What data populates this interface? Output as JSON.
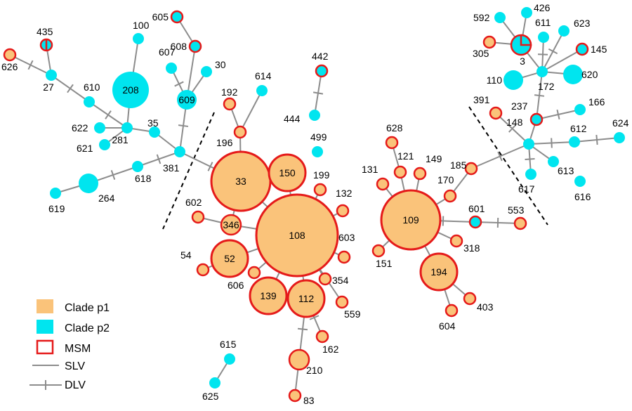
{
  "colors": {
    "clade_p1": "#fac37a",
    "clade_p2": "#00e5ef",
    "msm": "#e51a1a",
    "edge": "#8c8c8c",
    "divider": "#000000"
  },
  "legend": {
    "items": [
      {
        "label": "Clade p1",
        "symbol": "square-p1"
      },
      {
        "label": "Clade p2",
        "symbol": "square-p2"
      },
      {
        "label": "MSM",
        "symbol": "square-outline"
      },
      {
        "label": "SLV",
        "symbol": "line"
      },
      {
        "label": "DLV",
        "symbol": "line-tick"
      }
    ]
  },
  "nodes": [
    {
      "id": "33",
      "clade": "p1",
      "msm": true,
      "size": 5
    },
    {
      "id": "108",
      "clade": "p1",
      "msm": true,
      "size": 6
    },
    {
      "id": "109",
      "clade": "p1",
      "msm": true,
      "size": 5
    },
    {
      "id": "150",
      "clade": "p1",
      "msm": true,
      "size": 3
    },
    {
      "id": "346",
      "clade": "p1",
      "msm": true,
      "size": 2
    },
    {
      "id": "52",
      "clade": "p1",
      "msm": true,
      "size": 3
    },
    {
      "id": "139",
      "clade": "p1",
      "msm": true,
      "size": 3
    },
    {
      "id": "112",
      "clade": "p1",
      "msm": true,
      "size": 3
    },
    {
      "id": "194",
      "clade": "p1",
      "msm": true,
      "size": 3
    },
    {
      "id": "210",
      "clade": "p1",
      "msm": true,
      "size": 2
    },
    {
      "id": "83",
      "clade": "p1",
      "msm": true,
      "size": 1
    },
    {
      "id": "54",
      "clade": "p1",
      "msm": true,
      "size": 1
    },
    {
      "id": "602",
      "clade": "p1",
      "msm": true,
      "size": 1
    },
    {
      "id": "606",
      "clade": "p1",
      "msm": true,
      "size": 1
    },
    {
      "id": "199",
      "clade": "p1",
      "msm": true,
      "size": 1
    },
    {
      "id": "132",
      "clade": "p1",
      "msm": true,
      "size": 1
    },
    {
      "id": "603",
      "clade": "p1",
      "msm": true,
      "size": 1
    },
    {
      "id": "354",
      "clade": "p1",
      "msm": true,
      "size": 1
    },
    {
      "id": "559",
      "clade": "p1",
      "msm": true,
      "size": 1
    },
    {
      "id": "162",
      "clade": "p1",
      "msm": true,
      "size": 1
    },
    {
      "id": "196",
      "clade": "p1",
      "msm": true,
      "size": 1
    },
    {
      "id": "192",
      "clade": "p1",
      "msm": true,
      "size": 1
    },
    {
      "id": "628",
      "clade": "p1",
      "msm": true,
      "size": 1
    },
    {
      "id": "121",
      "clade": "p1",
      "msm": true,
      "size": 1
    },
    {
      "id": "131",
      "clade": "p1",
      "msm": true,
      "size": 1
    },
    {
      "id": "149",
      "clade": "p1",
      "msm": true,
      "size": 1
    },
    {
      "id": "170",
      "clade": "p1",
      "msm": true,
      "size": 1
    },
    {
      "id": "185",
      "clade": "p1",
      "msm": true,
      "size": 1
    },
    {
      "id": "151",
      "clade": "p1",
      "msm": true,
      "size": 1
    },
    {
      "id": "318",
      "clade": "p1",
      "msm": true,
      "size": 1
    },
    {
      "id": "553",
      "clade": "p1",
      "msm": true,
      "size": 1
    },
    {
      "id": "403",
      "clade": "p1",
      "msm": true,
      "size": 1
    },
    {
      "id": "604",
      "clade": "p1",
      "msm": true,
      "size": 1
    },
    {
      "id": "391",
      "clade": "p1",
      "msm": true,
      "size": 1
    },
    {
      "id": "305",
      "clade": "p1",
      "msm": true,
      "size": 1
    },
    {
      "id": "626",
      "clade": "p1",
      "msm": true,
      "size": 1
    },
    {
      "id": "601",
      "clade": "p2",
      "msm": true,
      "size": 1
    },
    {
      "id": "237",
      "clade": "p2",
      "msm": true,
      "size": 1
    },
    {
      "id": "145",
      "clade": "p2",
      "msm": true,
      "size": 1
    },
    {
      "id": "442",
      "clade": "p2",
      "msm": true,
      "size": 1
    },
    {
      "id": "605",
      "clade": "p2",
      "msm": true,
      "size": 1
    },
    {
      "id": "608",
      "clade": "p2",
      "msm": true,
      "size": 1
    },
    {
      "id": "435",
      "clade": "p2",
      "msm": true,
      "size": 1
    },
    {
      "id": "3",
      "clade": "p2",
      "msm": true,
      "size": 2
    },
    {
      "id": "208",
      "clade": "p2",
      "msm": false,
      "size": 3
    },
    {
      "id": "609",
      "clade": "p2",
      "msm": false,
      "size": 2
    },
    {
      "id": "264",
      "clade": "p2",
      "msm": false,
      "size": 2
    },
    {
      "id": "620",
      "clade": "p2",
      "msm": false,
      "size": 2
    },
    {
      "id": "110",
      "clade": "p2",
      "msm": false,
      "size": 2
    },
    {
      "id": "100",
      "clade": "p2",
      "msm": false,
      "size": 1
    },
    {
      "id": "27",
      "clade": "p2",
      "msm": false,
      "size": 1
    },
    {
      "id": "610",
      "clade": "p2",
      "msm": false,
      "size": 1
    },
    {
      "id": "622",
      "clade": "p2",
      "msm": false,
      "size": 1
    },
    {
      "id": "621",
      "clade": "p2",
      "msm": false,
      "size": 1
    },
    {
      "id": "281",
      "clade": "p2",
      "msm": false,
      "size": 1
    },
    {
      "id": "35",
      "clade": "p2",
      "msm": false,
      "size": 1
    },
    {
      "id": "381",
      "clade": "p2",
      "msm": false,
      "size": 1
    },
    {
      "id": "618",
      "clade": "p2",
      "msm": false,
      "size": 1
    },
    {
      "id": "619",
      "clade": "p2",
      "msm": false,
      "size": 1
    },
    {
      "id": "607",
      "clade": "p2",
      "msm": false,
      "size": 1
    },
    {
      "id": "30",
      "clade": "p2",
      "msm": false,
      "size": 1
    },
    {
      "id": "614",
      "clade": "p2",
      "msm": false,
      "size": 1
    },
    {
      "id": "444",
      "clade": "p2",
      "msm": false,
      "size": 1
    },
    {
      "id": "499",
      "clade": "p2",
      "msm": false,
      "size": 1
    },
    {
      "id": "615",
      "clade": "p2",
      "msm": false,
      "size": 1
    },
    {
      "id": "625",
      "clade": "p2",
      "msm": false,
      "size": 1
    },
    {
      "id": "592",
      "clade": "p2",
      "msm": false,
      "size": 1
    },
    {
      "id": "426",
      "clade": "p2",
      "msm": false,
      "size": 1
    },
    {
      "id": "611",
      "clade": "p2",
      "msm": false,
      "size": 1
    },
    {
      "id": "623",
      "clade": "p2",
      "msm": false,
      "size": 1
    },
    {
      "id": "172",
      "clade": "p2",
      "msm": false,
      "size": 1
    },
    {
      "id": "166",
      "clade": "p2",
      "msm": false,
      "size": 1
    },
    {
      "id": "148",
      "clade": "p2",
      "msm": false,
      "size": 1
    },
    {
      "id": "612",
      "clade": "p2",
      "msm": false,
      "size": 1
    },
    {
      "id": "624",
      "clade": "p2",
      "msm": false,
      "size": 1
    },
    {
      "id": "613",
      "clade": "p2",
      "msm": false,
      "size": 1
    },
    {
      "id": "617",
      "clade": "p2",
      "msm": false,
      "size": 1
    },
    {
      "id": "616",
      "clade": "p2",
      "msm": false,
      "size": 1
    }
  ],
  "edges": [
    {
      "a": "626",
      "b": "27",
      "type": "DLV"
    },
    {
      "a": "435",
      "b": "27",
      "type": "SLV"
    },
    {
      "a": "27",
      "b": "610",
      "type": "DLV"
    },
    {
      "a": "610",
      "b": "281",
      "type": "DLV"
    },
    {
      "a": "622",
      "b": "281",
      "type": "SLV"
    },
    {
      "a": "621",
      "b": "281",
      "type": "SLV"
    },
    {
      "a": "208",
      "b": "281",
      "type": "SLV"
    },
    {
      "a": "100",
      "b": "208",
      "type": "SLV"
    },
    {
      "a": "281",
      "b": "35",
      "type": "SLV"
    },
    {
      "a": "35",
      "b": "381",
      "type": "SLV"
    },
    {
      "a": "609",
      "b": "381",
      "type": "DLV"
    },
    {
      "a": "605",
      "b": "608",
      "type": "SLV"
    },
    {
      "a": "608",
      "b": "609",
      "type": "SLV"
    },
    {
      "a": "607",
      "b": "609",
      "type": "DLV"
    },
    {
      "a": "30",
      "b": "609",
      "type": "SLV"
    },
    {
      "a": "381",
      "b": "618",
      "type": "DLV"
    },
    {
      "a": "618",
      "b": "264",
      "type": "DLV"
    },
    {
      "a": "264",
      "b": "619",
      "type": "SLV"
    },
    {
      "a": "381",
      "b": "33",
      "type": "DLV"
    },
    {
      "a": "33",
      "b": "196",
      "type": "SLV"
    },
    {
      "a": "196",
      "b": "192",
      "type": "SLV"
    },
    {
      "a": "196",
      "b": "614",
      "type": "SLV"
    },
    {
      "a": "442",
      "b": "444",
      "type": "DLV"
    },
    {
      "a": "33",
      "b": "108",
      "type": "SLV"
    },
    {
      "a": "33",
      "b": "346",
      "type": "SLV"
    },
    {
      "a": "150",
      "b": "108",
      "type": "SLV"
    },
    {
      "a": "602",
      "b": "346",
      "type": "SLV"
    },
    {
      "a": "346",
      "b": "108",
      "type": "SLV"
    },
    {
      "a": "52",
      "b": "108",
      "type": "SLV"
    },
    {
      "a": "54",
      "b": "52",
      "type": "SLV"
    },
    {
      "a": "606",
      "b": "108",
      "type": "SLV"
    },
    {
      "a": "139",
      "b": "108",
      "type": "SLV"
    },
    {
      "a": "112",
      "b": "108",
      "type": "SLV"
    },
    {
      "a": "199",
      "b": "108",
      "type": "SLV"
    },
    {
      "a": "132",
      "b": "108",
      "type": "SLV"
    },
    {
      "a": "603",
      "b": "108",
      "type": "SLV"
    },
    {
      "a": "354",
      "b": "108",
      "type": "SLV"
    },
    {
      "a": "559",
      "b": "108",
      "type": "SLV"
    },
    {
      "a": "162",
      "b": "112",
      "type": "DLV"
    },
    {
      "a": "210",
      "b": "112",
      "type": "DLV"
    },
    {
      "a": "83",
      "b": "210",
      "type": "SLV"
    },
    {
      "a": "615",
      "b": "625",
      "type": "SLV"
    },
    {
      "a": "628",
      "b": "121",
      "type": "SLV"
    },
    {
      "a": "121",
      "b": "109",
      "type": "SLV"
    },
    {
      "a": "131",
      "b": "109",
      "type": "SLV"
    },
    {
      "a": "149",
      "b": "109",
      "type": "SLV"
    },
    {
      "a": "170",
      "b": "109",
      "type": "SLV"
    },
    {
      "a": "151",
      "b": "109",
      "type": "SLV"
    },
    {
      "a": "109",
      "b": "601",
      "type": "DLV"
    },
    {
      "a": "601",
      "b": "553",
      "type": "DLV"
    },
    {
      "a": "318",
      "b": "109",
      "type": "SLV"
    },
    {
      "a": "109",
      "b": "194",
      "type": "SLV"
    },
    {
      "a": "194",
      "b": "403",
      "type": "SLV"
    },
    {
      "a": "194",
      "b": "604",
      "type": "SLV"
    },
    {
      "a": "170",
      "b": "185",
      "type": "SLV"
    },
    {
      "a": "185",
      "b": "148",
      "type": "DLV"
    },
    {
      "a": "391",
      "b": "148",
      "type": "DLV"
    },
    {
      "a": "237",
      "b": "148",
      "type": "SLV"
    },
    {
      "a": "237",
      "b": "172",
      "type": "DLV"
    },
    {
      "a": "237",
      "b": "166",
      "type": "DLV"
    },
    {
      "a": "148",
      "b": "612",
      "type": "DLV"
    },
    {
      "a": "612",
      "b": "624",
      "type": "DLV"
    },
    {
      "a": "148",
      "b": "613",
      "type": "SLV"
    },
    {
      "a": "148",
      "b": "617",
      "type": "DLV"
    },
    {
      "a": "172",
      "b": "3",
      "type": "SLV"
    },
    {
      "a": "172",
      "b": "110",
      "type": "SLV"
    },
    {
      "a": "172",
      "b": "620",
      "type": "SLV"
    },
    {
      "a": "172",
      "b": "611",
      "type": "DLV"
    },
    {
      "a": "172",
      "b": "623",
      "type": "DLV"
    },
    {
      "a": "172",
      "b": "145",
      "type": "SLV"
    },
    {
      "a": "3",
      "b": "592",
      "type": "SLV"
    },
    {
      "a": "3",
      "b": "426",
      "type": "SLV"
    },
    {
      "a": "3",
      "b": "305",
      "type": "SLV"
    }
  ]
}
